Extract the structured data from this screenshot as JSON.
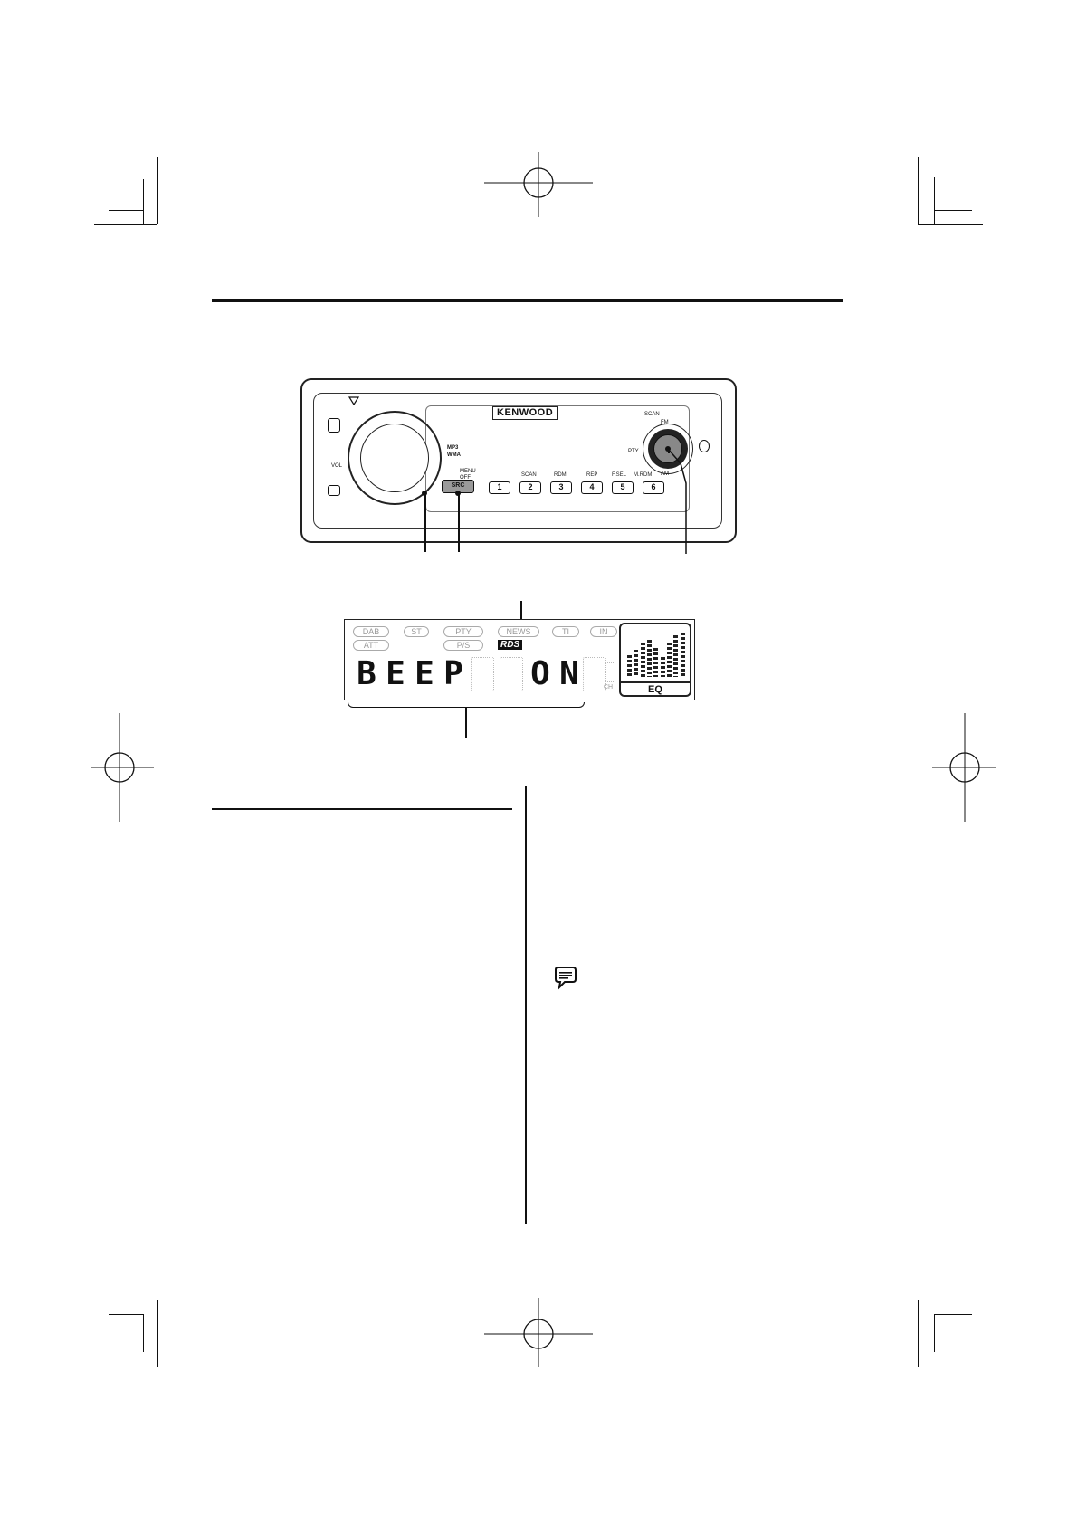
{
  "device": {
    "brand": "KENWOOD",
    "src_button": "SRC",
    "presets": [
      "1",
      "2",
      "3",
      "4",
      "5",
      "6"
    ],
    "preset_labels": [
      "SCAN",
      "RDM",
      "REP",
      "F.SEL",
      "M.RDM"
    ],
    "small_labels": {
      "menu": "MENU",
      "off": "OFF",
      "mp3": "MP3",
      "wma": "WMA",
      "pty": "PTY",
      "scan": "SCAN",
      "am": "AM",
      "fm": "FM"
    }
  },
  "display": {
    "indicators_row1": [
      "DAB",
      "ST",
      "PTY",
      "NEWS",
      "TI",
      "IN"
    ],
    "indicators_row2": [
      "ATT",
      "P/S"
    ],
    "rds_logo": "RDS",
    "text": [
      "B",
      "E",
      "E",
      "P",
      "",
      "",
      "O",
      "N",
      ""
    ],
    "eq_label": "EQ",
    "eq_levels": [
      0.45,
      0.55,
      0.7,
      0.75,
      0.6,
      0.4,
      0.7,
      0.85,
      0.9
    ],
    "ch_label": "CH"
  },
  "icons": {
    "note": "speech-bubble-note-icon"
  }
}
